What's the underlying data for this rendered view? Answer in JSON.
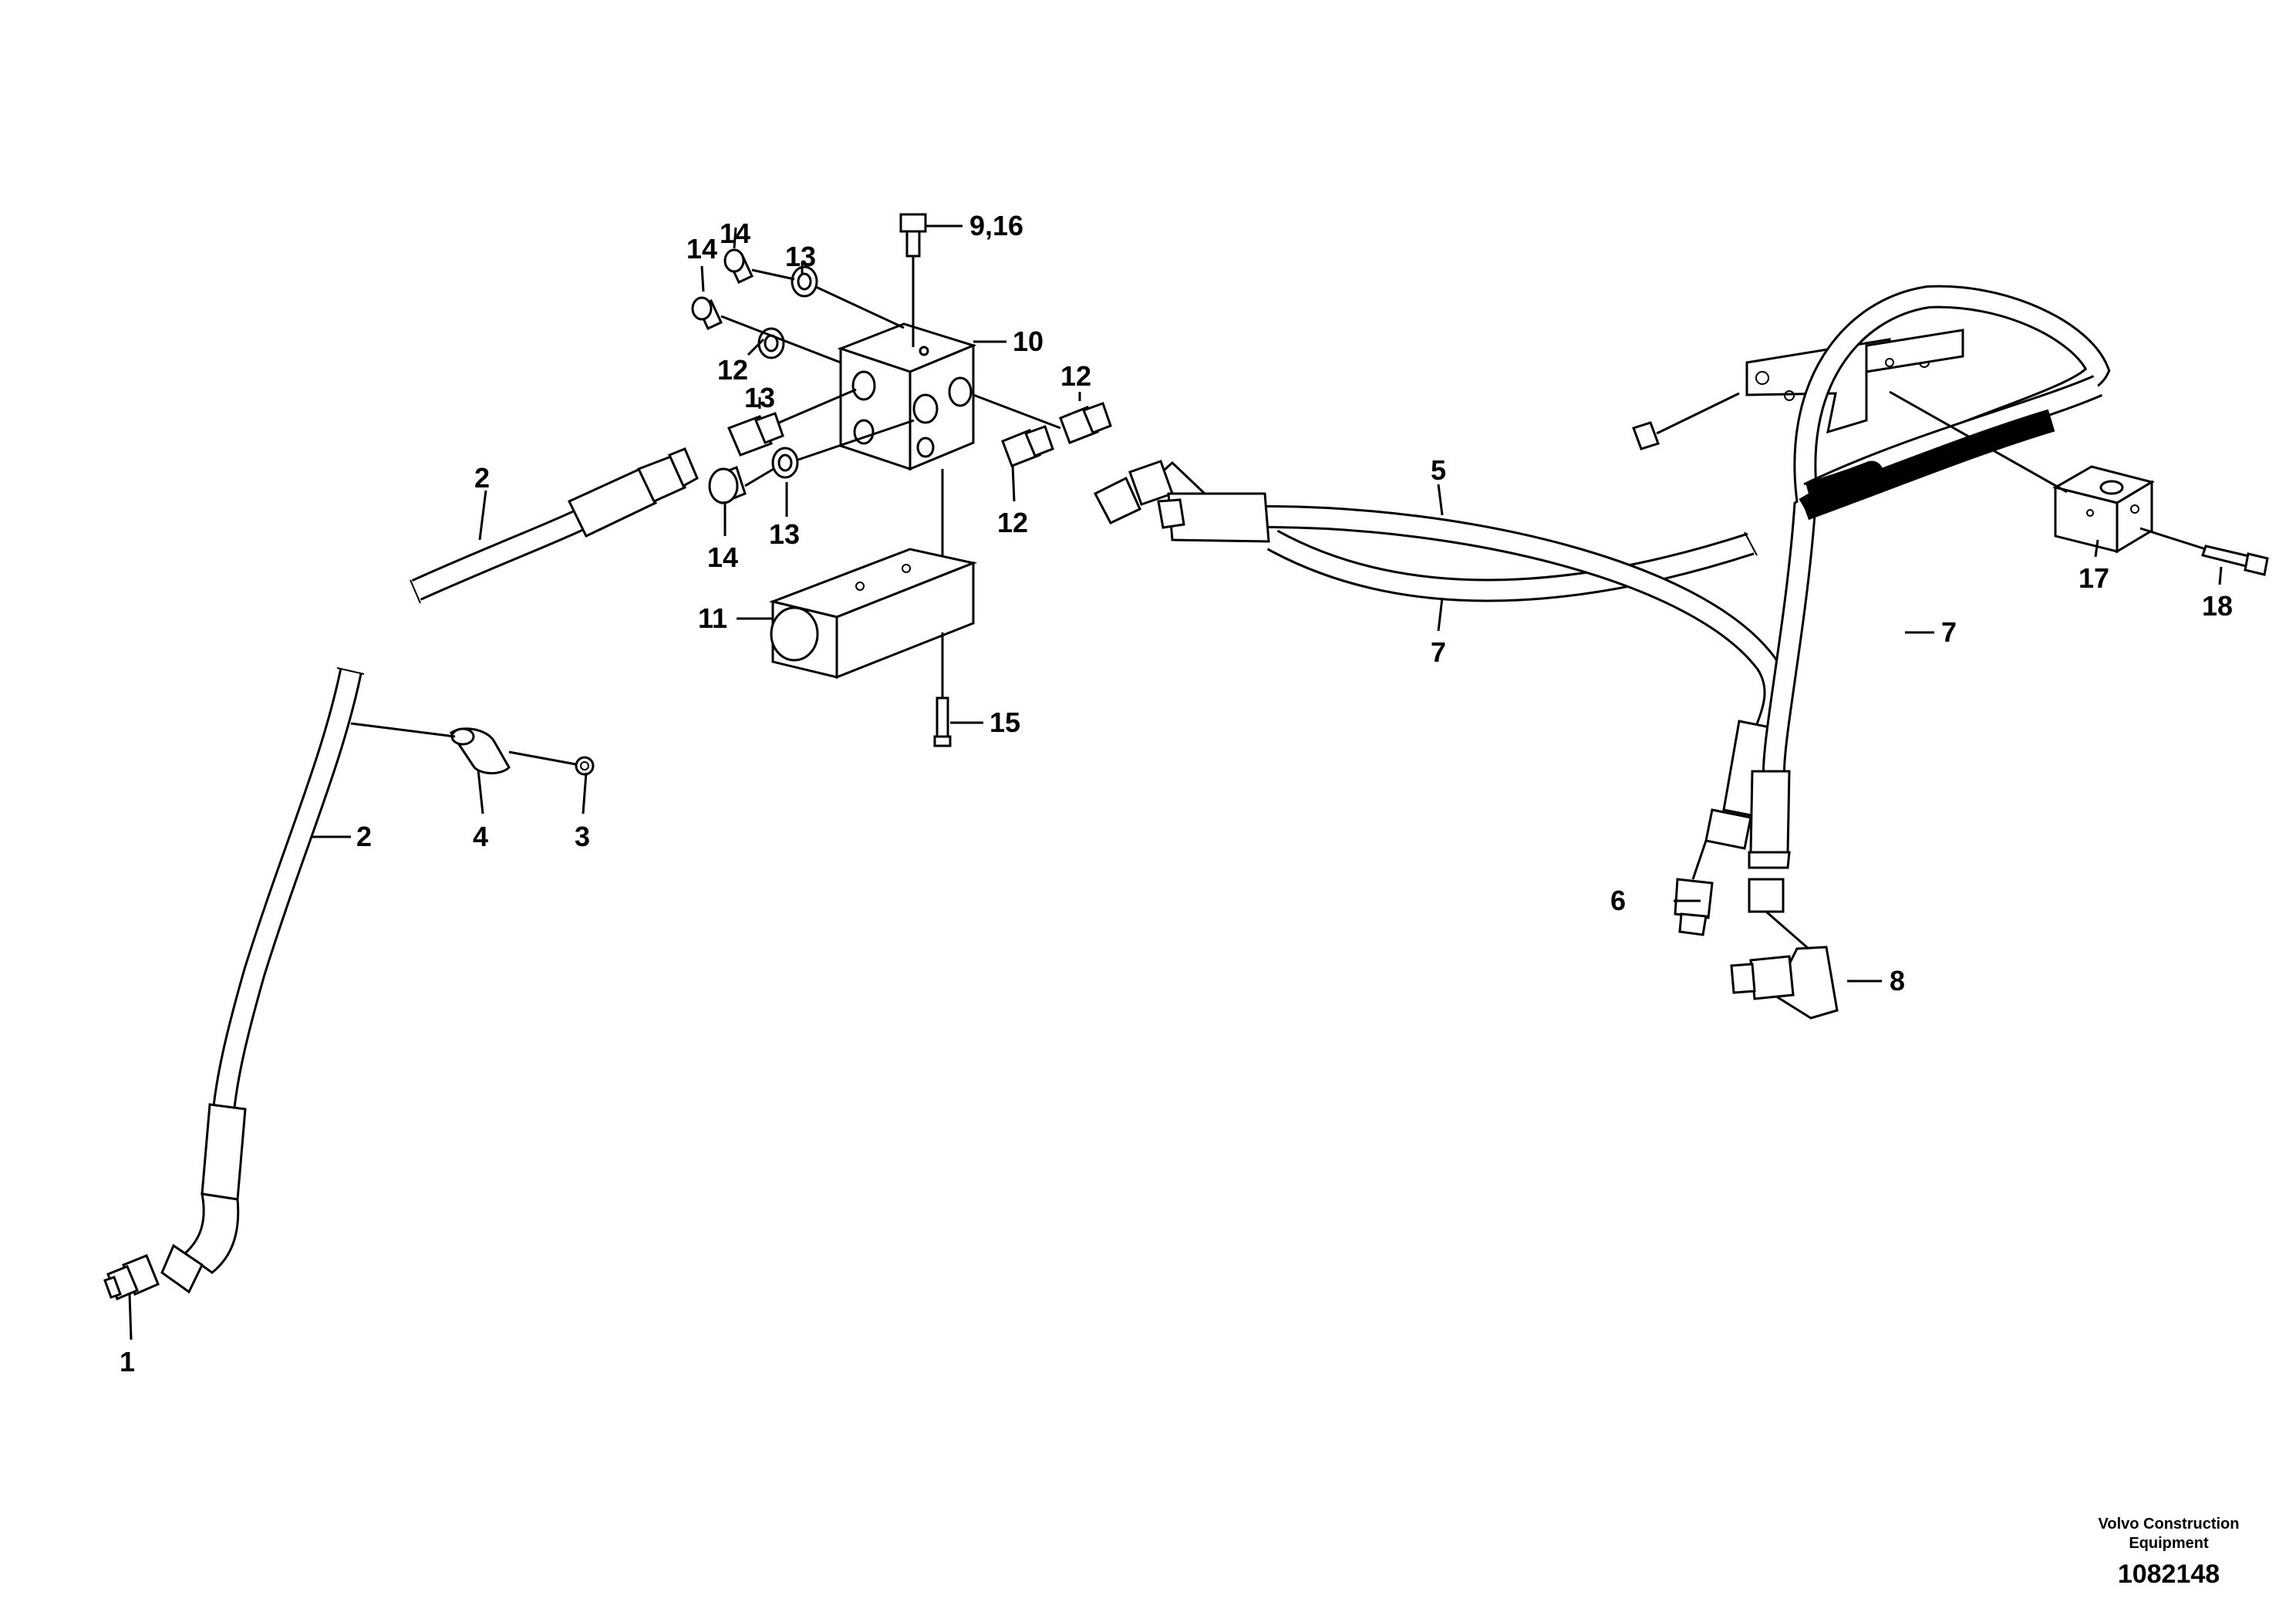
{
  "callouts": {
    "c1": "1",
    "c2a": "2",
    "c2b": "2",
    "c3": "3",
    "c4": "4",
    "c5": "5",
    "c6": "6",
    "c7a": "7",
    "c7b": "7",
    "c8": "8",
    "c9_16": "9,16",
    "c10": "10",
    "c11": "11",
    "c12a": "12",
    "c12b": "12",
    "c12c": "12",
    "c13a": "13",
    "c13b": "13",
    "c13c": "13",
    "c14a": "14",
    "c14b": "14",
    "c14c": "14",
    "c15": "15",
    "c17": "17",
    "c18": "18"
  },
  "footer": {
    "brand_line1": "Volvo Construction",
    "brand_line2": "Equipment",
    "drawing_number": "1082148"
  }
}
